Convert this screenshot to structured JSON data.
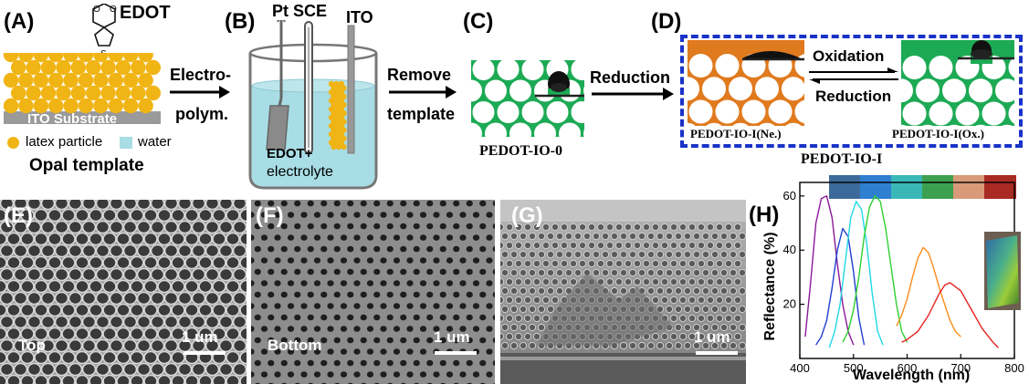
{
  "panels": {
    "A": {
      "label": "(A)",
      "monomer": "EDOT",
      "substrate": "ITO Substrate",
      "legend_latex": "latex particle",
      "legend_water": "water",
      "caption": "Opal template",
      "colors": {
        "latex": "#f0b414",
        "water": "#a8dde6",
        "substrate": "#9a9a9a"
      }
    },
    "arrow1": {
      "line1": "Electro-",
      "line2": "polym."
    },
    "B": {
      "label": "(B)",
      "electrodes": "Pt SCE",
      "ito": "ITO",
      "electrolyte_line1": "EDOT+",
      "electrolyte_line2": "electrolyte"
    },
    "arrow2": {
      "line1": "Remove",
      "line2": "template"
    },
    "C": {
      "label": "(C)",
      "name": "PEDOT-IO-0",
      "colors": {
        "pedot": "#1daa55"
      }
    },
    "arrow3": {
      "label": "Reduction"
    },
    "D": {
      "label": "(D)",
      "oxidation": "Oxidation",
      "reduction": "Reduction",
      "left_name": "PEDOT-IO-I(Ne.)",
      "right_name": "PEDOT-IO-I(Ox.)",
      "group_name": "PEDOT-IO-I",
      "colors": {
        "neutral": "#e07a1e",
        "oxidized": "#1daa55",
        "border": "#1a32c8"
      }
    },
    "E": {
      "label": "(E)",
      "caption": "Top",
      "scale": "1 um"
    },
    "F": {
      "label": "(F)",
      "caption": "Bottom",
      "scale": "1 um"
    },
    "G": {
      "label": "(G)",
      "scale": "1 um"
    },
    "H": {
      "label": "(H)",
      "swatch_colors": [
        "#3c6a9a",
        "#2f7fd0",
        "#3ab8b8",
        "#3da050",
        "#d89a78",
        "#a82a22"
      ]
    }
  },
  "chart_data": {
    "type": "line",
    "xlabel": "Wavelength (nm)",
    "ylabel": "Reflectance (%)",
    "xlim": [
      400,
      800
    ],
    "ylim": [
      0,
      65
    ],
    "xticks": [
      400,
      500,
      600,
      700,
      800
    ],
    "yticks": [
      20,
      40,
      60
    ],
    "grid": false,
    "series": [
      {
        "color": "#8a1a9a",
        "x": [
          410,
          420,
          430,
          440,
          450,
          460,
          470,
          480,
          490,
          500
        ],
        "y": [
          8,
          28,
          50,
          59,
          60,
          52,
          35,
          20,
          10,
          5
        ]
      },
      {
        "color": "#2040d0",
        "x": [
          430,
          440,
          450,
          460,
          470,
          480,
          490,
          500,
          510,
          520
        ],
        "y": [
          5,
          8,
          14,
          26,
          40,
          48,
          45,
          32,
          15,
          5
        ]
      },
      {
        "color": "#20d8e8",
        "x": [
          455,
          465,
          475,
          485,
          495,
          505,
          515,
          525,
          535,
          545,
          555
        ],
        "y": [
          4,
          10,
          20,
          36,
          52,
          58,
          55,
          42,
          24,
          10,
          5
        ]
      },
      {
        "color": "#30d030",
        "x": [
          480,
          490,
          500,
          510,
          520,
          530,
          540,
          550,
          560,
          570,
          580,
          590,
          600
        ],
        "y": [
          6,
          10,
          18,
          30,
          45,
          56,
          60,
          58,
          48,
          34,
          20,
          10,
          6
        ]
      },
      {
        "color": "#ff8c1a",
        "x": [
          580,
          590,
          600,
          610,
          620,
          630,
          640,
          650,
          660,
          670,
          680,
          690,
          700
        ],
        "y": [
          12,
          16,
          22,
          30,
          37,
          41,
          39,
          33,
          26,
          20,
          14,
          10,
          8
        ]
      },
      {
        "color": "#e82020",
        "x": [
          590,
          600,
          620,
          640,
          660,
          670,
          680,
          700,
          720,
          740,
          760,
          770
        ],
        "y": [
          6,
          7,
          10,
          16,
          24,
          27,
          28,
          25,
          18,
          11,
          6,
          4
        ]
      }
    ]
  }
}
